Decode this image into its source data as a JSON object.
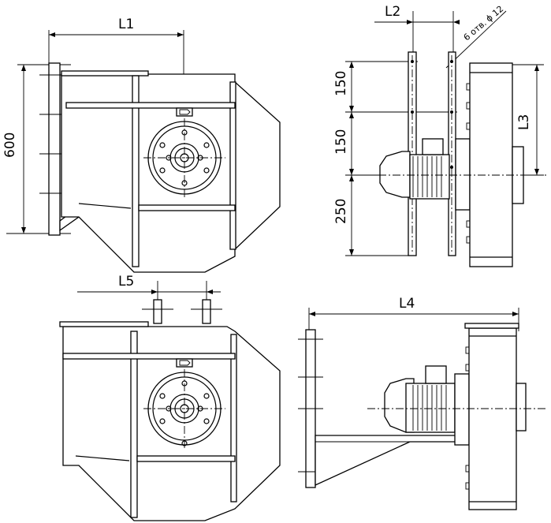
{
  "dimensions": {
    "L1": "L1",
    "L2": "L2",
    "L3": "L3",
    "L4": "L4",
    "L5": "L5",
    "h600": "600",
    "h150a": "150",
    "h150b": "150",
    "h250": "250"
  },
  "holes_note": "6 отв. ϕ 12"
}
